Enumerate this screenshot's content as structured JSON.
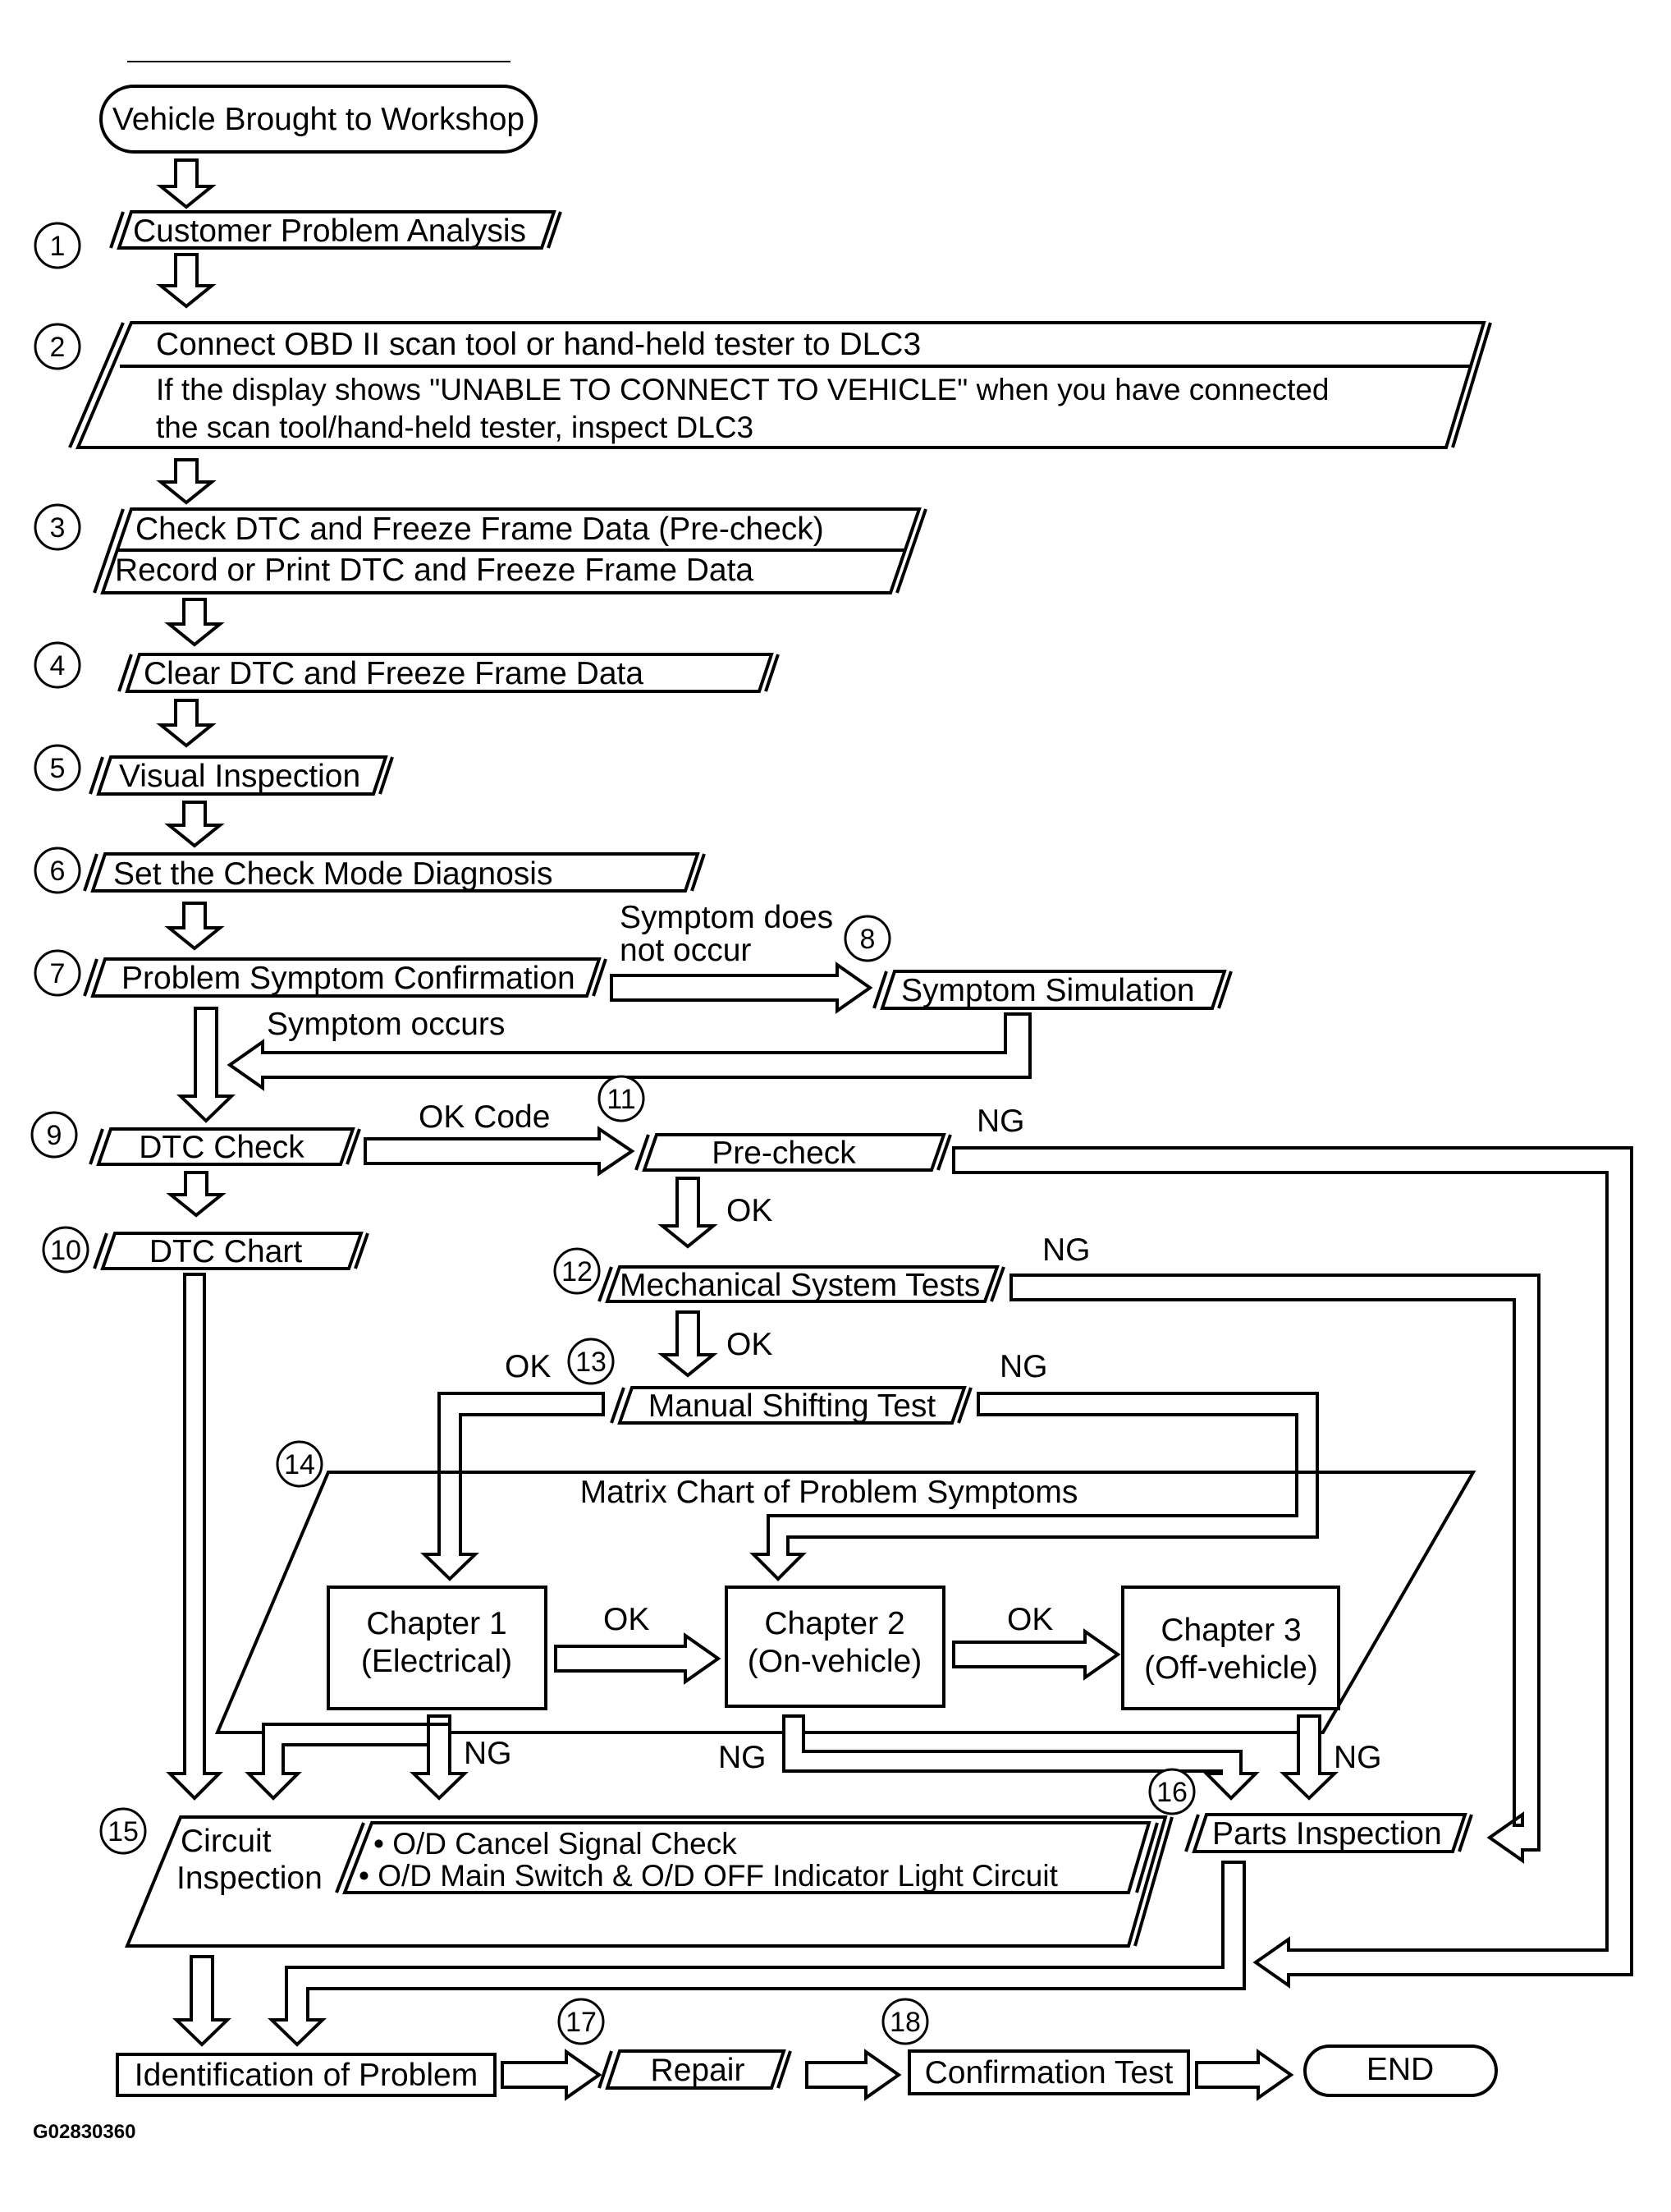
{
  "steps": {
    "start": "Vehicle Brought to Workshop",
    "s1": "Customer Problem Analysis",
    "s2_line1": "Connect OBD II scan tool or hand-held tester to DLC3",
    "s2_line2": "If the display shows \"UNABLE TO CONNECT TO VEHICLE\" when you have connected",
    "s2_line3": "the scan tool/hand-held tester, inspect DLC3",
    "s3_line1": "Check DTC and Freeze Frame Data (Pre-check)",
    "s3_line2": "Record or Print DTC and Freeze Frame Data",
    "s4": "Clear DTC and Freeze Frame Data",
    "s5": "Visual Inspection",
    "s6": "Set the Check Mode Diagnosis",
    "s7": "Problem Symptom Confirmation",
    "s8": "Symptom Simulation",
    "s9": "DTC Check",
    "s10": "DTC Chart",
    "s11": "Pre-check",
    "s12": "Mechanical System Tests",
    "s13": "Manual Shifting Test",
    "s14": "Matrix Chart of Problem Symptoms",
    "ch1_line1": "Chapter 1",
    "ch1_line2": "(Electrical)",
    "ch2_line1": "Chapter 2",
    "ch2_line2": "(On-vehicle)",
    "ch3_line1": "Chapter 3",
    "ch3_line2": "(Off-vehicle)",
    "s15_line1": "Circuit",
    "s15_line2": "Inspection",
    "s15_item1": "• O/D Cancel Signal Check",
    "s15_item2": "• O/D Main Switch & O/D OFF Indicator Light Circuit",
    "s16": "Parts Inspection",
    "ident": "Identification of Problem",
    "s17": "Repair",
    "s18": "Confirmation Test",
    "end": "END"
  },
  "numbers": {
    "n1": "1",
    "n2": "2",
    "n3": "3",
    "n4": "4",
    "n5": "5",
    "n6": "6",
    "n7": "7",
    "n8": "8",
    "n9": "9",
    "n10": "10",
    "n11": "11",
    "n12": "12",
    "n13": "13",
    "n14": "14",
    "n15": "15",
    "n16": "16",
    "n17": "17",
    "n18": "18"
  },
  "branch_labels": {
    "symptom_not_line1": "Symptom does",
    "symptom_not_line2": "not occur",
    "symptom_occurs": "Symptom occurs",
    "ok_code": "OK Code",
    "ok": "OK",
    "ng": "NG"
  },
  "figure_id": "G02830360"
}
